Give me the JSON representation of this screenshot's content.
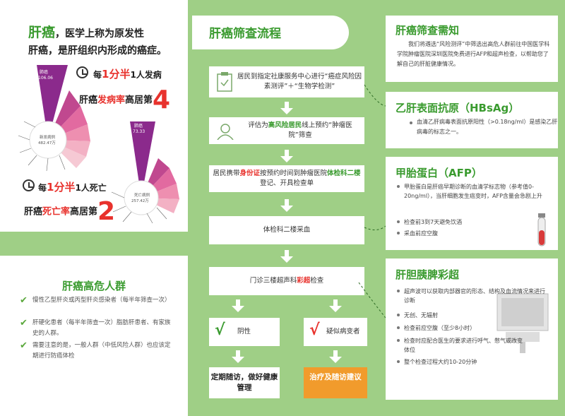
{
  "intro": {
    "line1_big": "肝癌",
    "line1_rest": "，医学上称为原发性",
    "line2": "肝癌，是肝组织内形成的癌症。",
    "incidence_prefix": "每",
    "incidence_time": "1分半",
    "incidence_suffix": "1人发病",
    "incidence_rank_a": "肝癌",
    "incidence_rank_b": "发病率",
    "incidence_rank_c": "高居第",
    "incidence_rank_num": "4",
    "death_prefix": "每",
    "death_time": "1分半",
    "death_suffix": "1人死亡",
    "death_rank_a": "肝癌",
    "death_rank_b": "死亡率",
    "death_rank_c": "高居第",
    "death_rank_num": "2",
    "chart1_top_label": "肺癌",
    "chart1_top_value": "106.06",
    "chart1_center_label": "新发病例",
    "chart1_center_value": "482.47万",
    "chart2_top_label": "肺癌",
    "chart2_top_value": "73.33",
    "chart2_center_label": "死亡病例",
    "chart2_center_value": "257.42万"
  },
  "risk": {
    "title": "肝癌高危人群",
    "items": [
      "慢性乙型肝炎或丙型肝炎感染者（每半年筛查一次）",
      "肝硬化患者（每半年筛查一次）脂肪肝患者、有家族史的人群。",
      "需要注意的是，一般人群（中低风险人群）也应该定期进行防癌体检"
    ]
  },
  "flow": {
    "title": "肝癌筛查流程",
    "step1": "居民到指定社康服务中心进行“癌症风险因素测评”＋“生物学检测”",
    "step2_a": "评估为",
    "step2_b": "高风险居民",
    "step2_c": "线上预约“肿瘤医院”筛查",
    "step3_a": "居民携带",
    "step3_b": "身份证",
    "step3_c": "按预约时间到肿瘤医院",
    "step3_d": "体检科二楼",
    "step3_e": "登记、开具检查单",
    "step4": "体检科二楼采血",
    "step5_a": "门诊三楼超声科",
    "step5_b": "彩超",
    "step5_c": "检查",
    "negative": "阴性",
    "suspect": "疑似病变者",
    "result_left": "定期随访，做好健康管理",
    "result_right": "治疗及随访建议"
  },
  "cards": {
    "notice_title": "肝癌筛查需知",
    "notice_text": "我们将遴选“风险测评”中筛选出高危人群前往中国医学科学院肿瘤医院深圳医院免费进行AFP和超声检查，以帮助您了解自己的肝脏健康情况。",
    "hbsag_title": "乙肝表面抗原（HBsAg）",
    "hbsag_text": "血清乙肝病毒表面抗原阳性（>0.18ng/ml）是感染乙肝病毒的标志之一。",
    "afp_title": "甲胎蛋白（AFP）",
    "afp_items": [
      "甲胎蛋白是肝癌早期诊断的血清学标志物（参考值0-20ng/ml），当肝细胞发生癌变时，AFP含量会急剧上升",
      "检查前3到7天避免饮酒",
      "采血前应空腹"
    ],
    "us_title": "肝胆胰脾彩超",
    "us_items": [
      "超声波可以获取内部器官的形态、结构及血流情况来进行诊断",
      "无创、无辐射",
      "检查前应空腹（至少8小时）",
      "检查时应配合医生的要求进行呼气、憋气或改变体位",
      "整个检查过程大约10-20分钟"
    ]
  },
  "colors": {
    "brand_green": "#3a9b2f",
    "bg_green": "#9fcf86",
    "accent_red": "#e8322d",
    "accent_orange": "#f19b2c",
    "purple": "#8b2a8c"
  }
}
